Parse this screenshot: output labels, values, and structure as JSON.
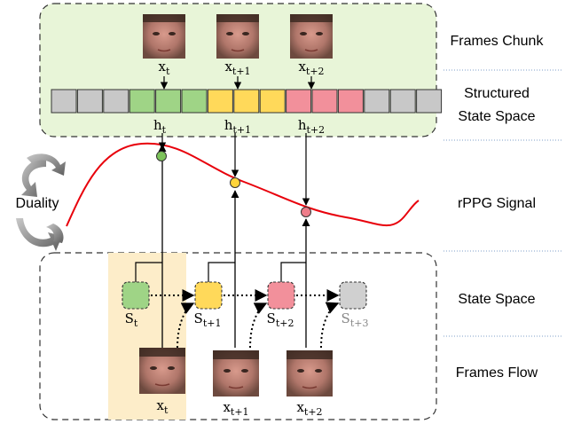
{
  "chunk": {
    "frame_labels": [
      {
        "base": "x",
        "sub": "t"
      },
      {
        "base": "x",
        "sub": "t+1"
      },
      {
        "base": "x",
        "sub": "t+2"
      }
    ],
    "hidden_labels": [
      {
        "base": "h",
        "sub": "t"
      },
      {
        "base": "h",
        "sub": "t+1"
      },
      {
        "base": "h",
        "sub": "t+2"
      }
    ],
    "cell_colors": [
      "#c8c8c8",
      "#c8c8c8",
      "#c8c8c8",
      "#9fd486",
      "#9fd486",
      "#9fd486",
      "#ffd95a",
      "#ffd95a",
      "#ffd95a",
      "#f2909b",
      "#f2909b",
      "#f2909b",
      "#c8c8c8",
      "#c8c8c8",
      "#c8c8c8"
    ]
  },
  "flow": {
    "frame_labels": [
      {
        "base": "x",
        "sub": "t"
      },
      {
        "base": "x",
        "sub": "t+1"
      },
      {
        "base": "x",
        "sub": "t+2"
      }
    ],
    "state_labels": [
      {
        "base": "S",
        "sub": "t"
      },
      {
        "base": "S",
        "sub": "t+1"
      },
      {
        "base": "S",
        "sub": "t+2"
      },
      {
        "base": "S",
        "sub": "t+3"
      }
    ],
    "state_colors": [
      "#9fd486",
      "#ffd95a",
      "#f2909b",
      "#d0d0d0"
    ]
  },
  "right_labels": {
    "frames_chunk": "Frames Chunk",
    "structured_1": "Structured",
    "structured_2": "State Space",
    "rppg": "rPPG Signal",
    "state_space": "State Space",
    "frames_flow": "Frames Flow"
  },
  "duality_label": "Duality",
  "colors": {
    "chunk_bg": "#e8f5d8",
    "highlight": "#fdedc9",
    "signal": "#e8000b",
    "point_green": "#7dc35b",
    "point_yellow": "#ffd43b",
    "point_pink": "#ee7d8a",
    "divider": "#7f9fc8"
  }
}
